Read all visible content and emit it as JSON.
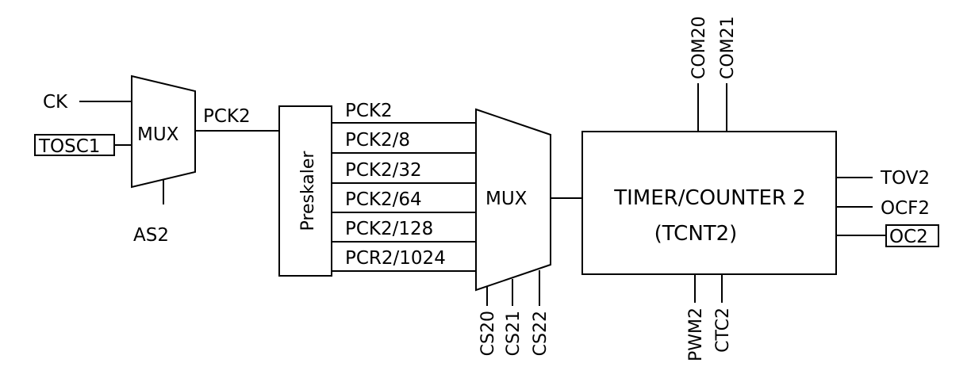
{
  "inputs": {
    "ck": "CK",
    "tosc1": "TOSC1",
    "as2": "AS2"
  },
  "mux1": {
    "label": "MUX",
    "output_label": "PCK2"
  },
  "prescaler": {
    "label": "Preskaler",
    "outputs": [
      "PCK2",
      "PCK2/8",
      "PCK2/32",
      "PCK2/64",
      "PCK2/128",
      "PCR2/1024"
    ]
  },
  "mux2": {
    "label": "MUX",
    "selects": [
      "CS20",
      "CS21",
      "CS22"
    ]
  },
  "timer": {
    "title": "TIMER/COUNTER 2",
    "subtitle": "(TCNT2)",
    "top_inputs": [
      "COM20",
      "COM21"
    ],
    "bottom_inputs": [
      "PWM2",
      "CTC2"
    ],
    "outputs": [
      "TOV2",
      "OCF2",
      "OC2"
    ]
  }
}
